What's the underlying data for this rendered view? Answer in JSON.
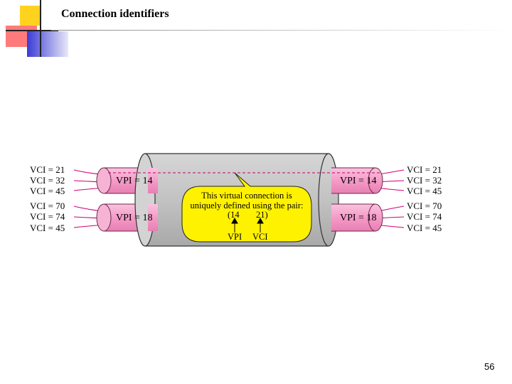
{
  "slide": {
    "title": "Connection identifiers",
    "page_number": "56"
  },
  "diagram": {
    "left_vcis": [
      "VCI = 21",
      "VCI = 32",
      "VCI = 45",
      "VCI = 70",
      "VCI = 74",
      "VCI = 45"
    ],
    "right_vcis": [
      "VCI = 21",
      "VCI = 32",
      "VCI = 45",
      "VCI = 70",
      "VCI = 74",
      "VCI = 45"
    ],
    "vpi_top_left": "VPI = 14",
    "vpi_bottom_left": "VPI = 18",
    "vpi_top_right": "VPI = 14",
    "vpi_bottom_right": "VPI = 18",
    "callout": {
      "line1": "This virtual connection is",
      "line2": "uniquely defined using the pair:",
      "pair_left": "(14",
      "pair_right": "21)",
      "arrow_label_left": "VPI",
      "arrow_label_right": "VCI"
    },
    "colors": {
      "pipe_pink": "#f7a8cf",
      "tube_gray": "#c4c4c4",
      "callout_yellow": "#fff200",
      "wire": "#d10079"
    }
  }
}
